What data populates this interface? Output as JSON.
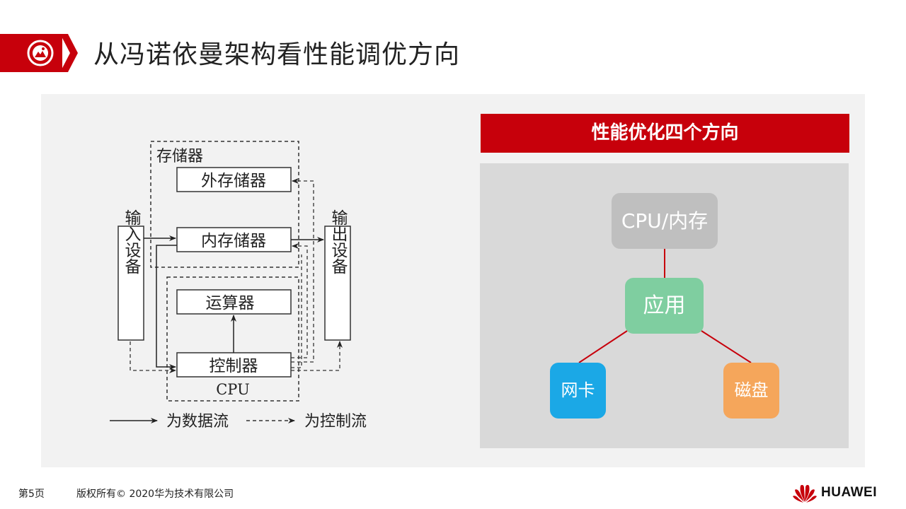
{
  "header": {
    "title": "从冯诺依曼架构看性能调优方向",
    "icon": "image-icon"
  },
  "diagram": {
    "storage_label": "存储器",
    "external_storage": "外存储器",
    "internal_storage": "内存储器",
    "input_device": "输入设备",
    "output_device": "输出设备",
    "alu": "运算器",
    "controller": "控制器",
    "cpu_label": "CPU",
    "legend_data_flow": "为数据流",
    "legend_control_flow": "为控制流"
  },
  "right_panel": {
    "heading": "性能优化四个方向",
    "nodes": {
      "cpu_memory": "CPU/内存",
      "application": "应用",
      "nic": "网卡",
      "disk": "磁盘"
    }
  },
  "footer": {
    "page": "第5页",
    "copyright": "版权所有© 2020华为技术有限公司",
    "brand": "HUAWEI"
  },
  "colors": {
    "accent": "#c7000b",
    "cpu_node": "#bfbfbf",
    "app_node": "#7fcea0",
    "nic_node": "#1ba8e6",
    "disk_node": "#f5a65b"
  }
}
